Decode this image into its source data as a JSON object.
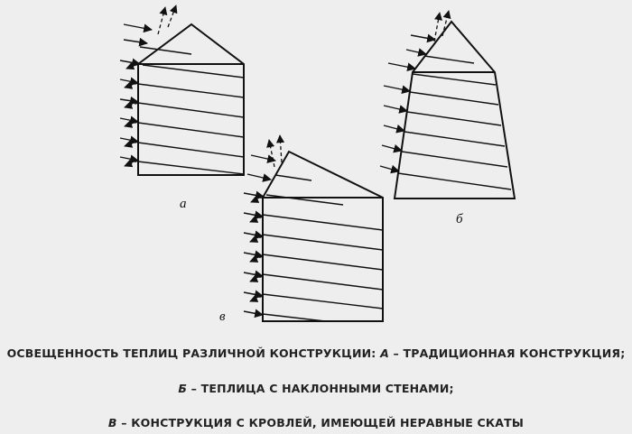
{
  "figure": {
    "labels": {
      "a": "а",
      "b": "б",
      "v": "в"
    }
  },
  "caption": {
    "line1_prefix": "ОСВЕЩЕННОСТЬ ТЕПЛИЦ РАЗЛИЧНОЙ КОНСТРУКЦИИ: ",
    "line1_key": "А",
    "line1_rest": " – ТРАДИЦИОННАЯ КОНСТРУКЦИЯ;",
    "line2_key": "Б",
    "line2_rest": " – ТЕПЛИЦА С НАКЛОННЫМИ СТЕНАМИ;",
    "line3_key": "В",
    "line3_rest": " – КОНСТРУКЦИЯ С КРОВЛЕЙ, ИМЕЮЩЕЙ НЕРАВНЫЕ СКАТЫ"
  },
  "colors": {
    "ink": "#111111",
    "background": "#eeeeee"
  }
}
